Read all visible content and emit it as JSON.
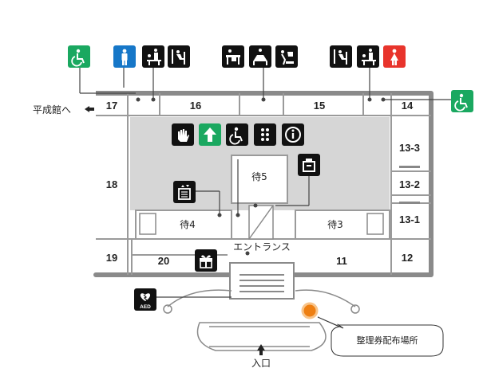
{
  "map": {
    "rooms": {
      "r17": "17",
      "r16": "16",
      "r15": "15",
      "r14": "14",
      "r18": "18",
      "r19": "19",
      "r20": "20",
      "r11": "11",
      "r12": "12",
      "r13_3": "13-3",
      "r13_2": "13-2",
      "r13_1": "13-1",
      "waiting5": "待5",
      "waiting4": "待4",
      "waiting3": "待3"
    },
    "labels": {
      "heisei_hall": "平成館へ",
      "entrance_hall": "エントランス",
      "entrance": "入口",
      "ticket_place": "整理券配布場所",
      "aed": "AED"
    },
    "colors": {
      "green": "#1aa860",
      "blue": "#1677c8",
      "red": "#e8342c",
      "black": "#111111",
      "gray_fill": "#d6d6d6",
      "wall": "#8a8a8a",
      "orange": "#ee7f12"
    },
    "icons": [
      "wheelchair-icon",
      "restroom-men-icon",
      "baby-care-icon",
      "diaper-change-icon",
      "nursing-room-icon",
      "baby-changing-icon",
      "hot-water-icon",
      "restroom-women-icon",
      "hand-stop-icon",
      "route-arrow-icon",
      "braille-icon",
      "information-icon",
      "coin-locker-icon",
      "elevator-icon",
      "gift-shop-icon",
      "aed-icon"
    ]
  }
}
